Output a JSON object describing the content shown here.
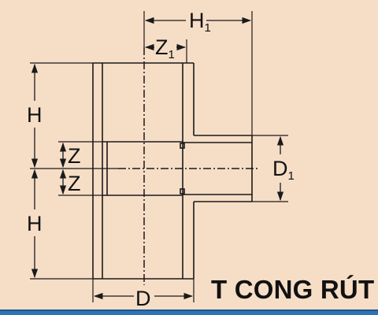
{
  "labels": {
    "h1_main": "H",
    "h1_sub": "1",
    "z1_main": "Z",
    "z1_sub": "1",
    "h_top": "H",
    "h_bottom": "H",
    "z_top": "Z",
    "z_bottom": "Z",
    "d1_main": "D",
    "d1_sub": "1",
    "d": "D"
  },
  "title": "T CONG RÚT",
  "colors": {
    "background": "#f6ddc6",
    "line": "#1a1a1a",
    "bar": "#2f73b4"
  }
}
